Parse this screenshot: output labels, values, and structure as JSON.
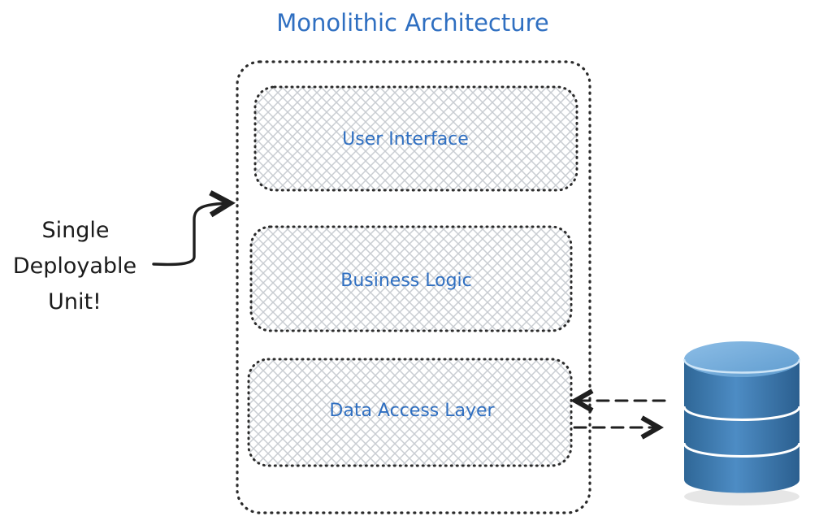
{
  "diagram": {
    "title": "Monolithic Architecture",
    "layers": [
      {
        "label": "User Interface"
      },
      {
        "label": "Business Logic"
      },
      {
        "label": "Data Access Layer"
      }
    ],
    "annotation": {
      "lines": [
        "Single",
        "Deployable",
        "Unit!"
      ]
    },
    "colors": {
      "accent": "#2f6fc1",
      "border": "#2b2b2b",
      "hatch": "#c9cdd2",
      "database_top": "#6ea7d8",
      "database_body": "#3c78ad"
    },
    "icons": {
      "database": "database-icon"
    }
  }
}
